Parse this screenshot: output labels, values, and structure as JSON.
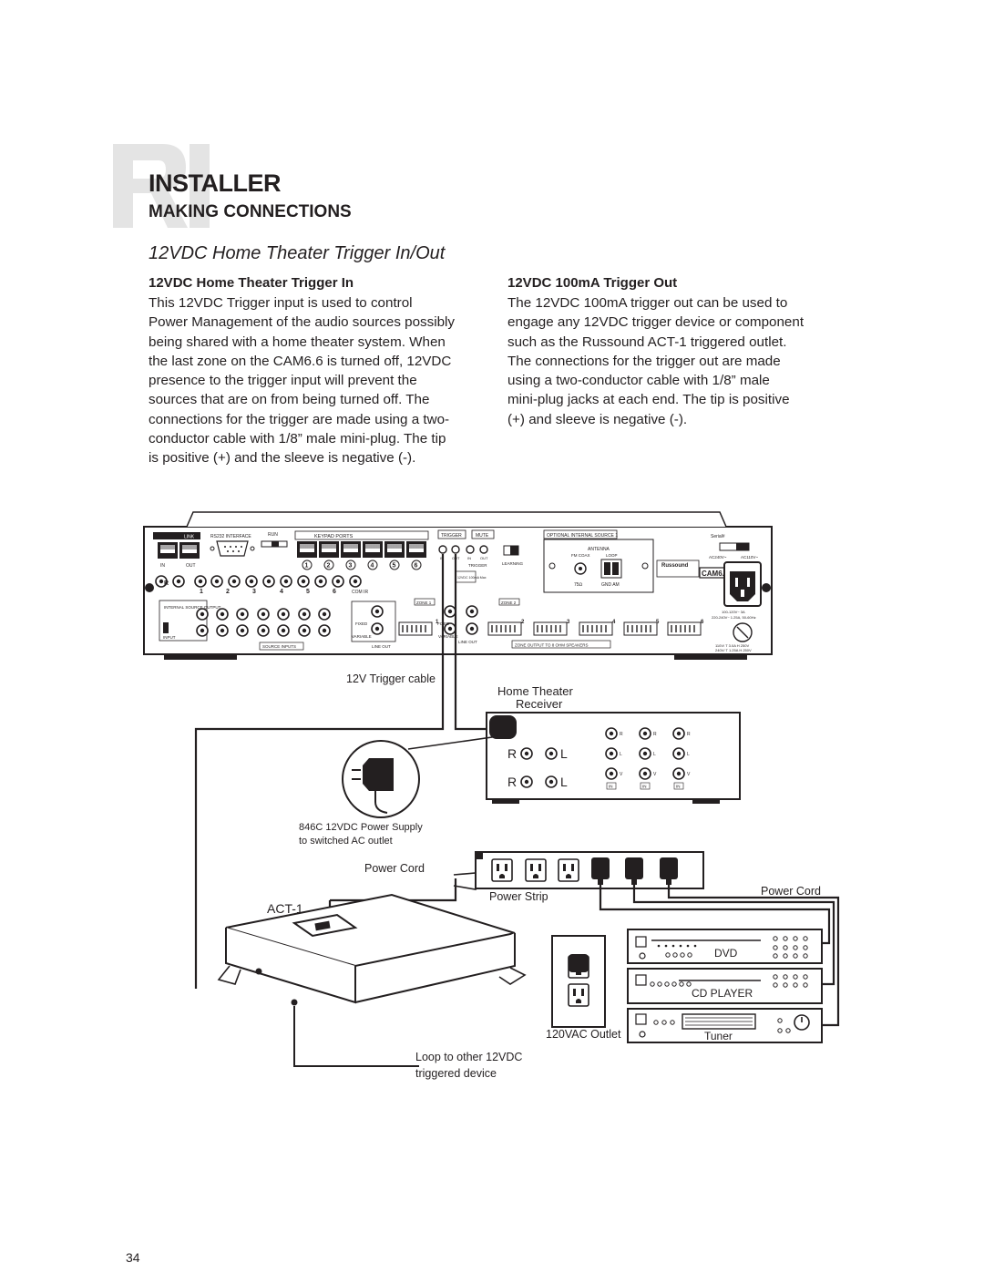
{
  "header": {
    "section": "INSTALLER",
    "subsection": "MAKING CONNECTIONS",
    "page_title": "12VDC Home Theater Trigger In/Out"
  },
  "left_column": {
    "heading": "12VDC Home Theater Trigger In",
    "lines": [
      "This 12VDC Trigger input is used to control",
      "Power Management of the audio sources possibly",
      "being shared with a home theater system. When",
      "the last zone on the CAM6.6 is turned off, 12VDC",
      "presence to the trigger input will prevent the",
      "sources that are on from being turned off. The",
      "connections for the trigger are made using a two-",
      "conductor cable with 1/8” male mini-plug. The tip",
      "is positive (+) and the sleeve is negative (-)."
    ]
  },
  "right_column": {
    "heading": "12VDC 100mA Trigger Out",
    "lines": [
      "The 12VDC 100mA trigger out can be used to",
      "engage any 12VDC trigger device or component",
      "such as the Russound ACT-1 triggered outlet.",
      "The connections for the trigger out are made",
      "using a two-conductor cable with 1/8” male",
      "mini-plug jacks at each end. The tip is positive",
      "(+) and sleeve is negative (-)."
    ]
  },
  "diagram": {
    "cam_panel": {
      "model": "CAM6.6",
      "brand": "Russound",
      "net_link": "LINK",
      "rs232": "RS232 INTERFACE",
      "run": "RUN",
      "keypad_ports": "KEYPAD PORTS",
      "trigger": "TRIGGER",
      "mute": "MUTE",
      "optional_source": "OPTIONAL INTERNAL SOURCE 1",
      "serial": "Serial#",
      "in": "IN",
      "out": "OUT",
      "antenna": "ANTENNA",
      "fm_coax": "FM COAX",
      "loop": "LOOP",
      "ohm": "75Ω",
      "gnd_am": "GND  AM",
      "trigger_spec": "12VDC 100mA Max",
      "learning": "LEARNING",
      "com_ir": "COM IR",
      "zone1": "ZONE 1",
      "zone2": "ZONE 2",
      "fixed": "FIXED",
      "variable": "VARIABLE",
      "line_out": "LINE OUT",
      "internal_source_output": "INTERNAL SOURCE OUTPUT",
      "input": "INPUT",
      "source_inputs": "SOURCE INPUTS",
      "zone_output": "ZONE OUTPUT TO 8 OHM SPEAKERS",
      "ac240": "AC240V~",
      "ac110": "AC110V~",
      "power_spec_1": "100-120V~ 3A",
      "power_spec_2": "220-240V~ 1.25A, 50-60Hz",
      "fuse_1": "110V/ T 3.0A H 250V",
      "fuse_2": "240V/ T 1.25A H 250V",
      "digits": [
        "1",
        "2",
        "3",
        "4",
        "5",
        "6"
      ]
    },
    "labels": {
      "trigger_cable": "12V Trigger cable",
      "receiver_title_1": "Home Theater",
      "receiver_title_2": "Receiver",
      "power_supply_1": "846C 12VDC Power Supply",
      "power_supply_2": "to switched AC outlet",
      "power_cord_left": "Power Cord",
      "power_cord_right": "Power Cord",
      "power_strip": "Power Strip",
      "act1": "ACT-1",
      "outlet": "120VAC Outlet",
      "loop_1": "Loop to other 12VDC",
      "loop_2": "triggered device",
      "dvd": "DVD",
      "cd_player": "CD PLAYER",
      "tuner": "Tuner",
      "r": "R",
      "l": "L",
      "v": "V",
      "in": "IN"
    }
  },
  "footer": {
    "page_number": "34"
  }
}
